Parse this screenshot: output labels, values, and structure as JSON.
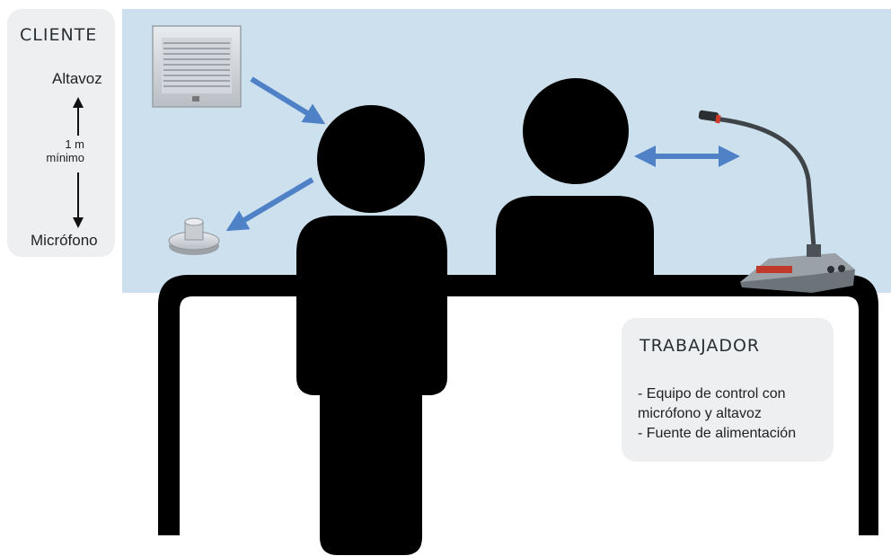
{
  "cliente": {
    "title": "CLIENTE",
    "top_label": "Altavoz",
    "distance_value": "1 m",
    "distance_note": "mínimo",
    "bottom_label": "Micrófono"
  },
  "trabajador": {
    "title": "TRABAJADOR",
    "items": [
      "- Equipo de control con",
      "micrófono y altavoz",
      "- Fuente de alimentación"
    ]
  },
  "colors": {
    "glass": "#cde0ee",
    "silhouette": "#000000",
    "arrow": "#4f81c7",
    "card": "#eeeff1"
  },
  "icons": [
    "wall-speaker-icon",
    "table-microphone-icon",
    "gooseneck-microphone-console-icon"
  ]
}
